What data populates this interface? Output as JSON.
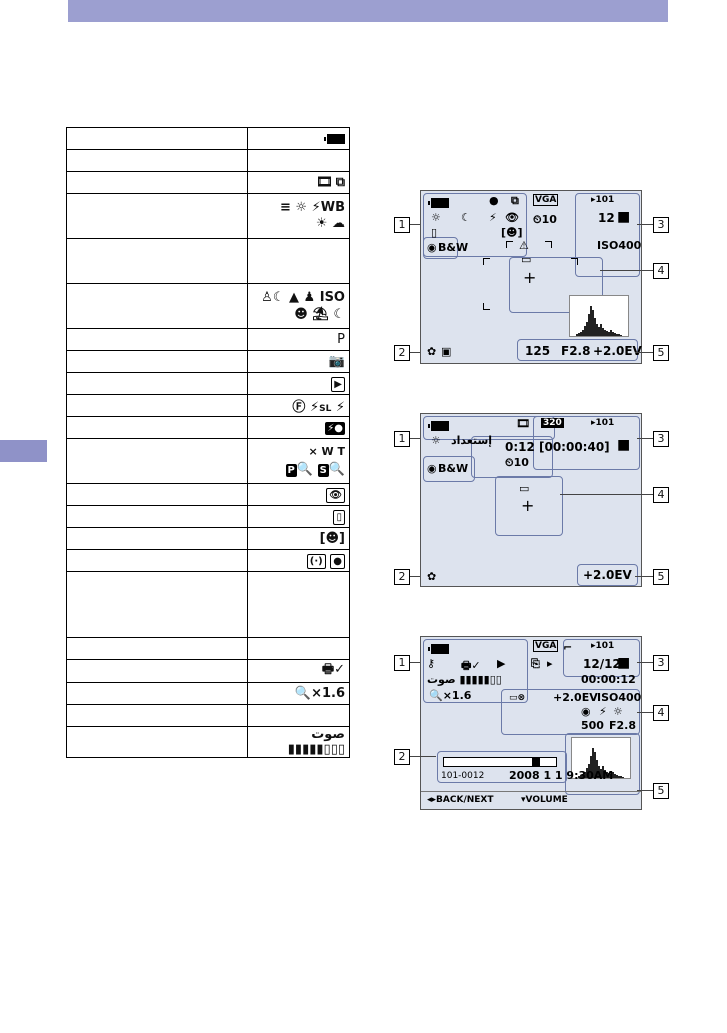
{
  "table": {
    "rows": [
      {
        "icon_name": "battery-icon",
        "text": ""
      },
      {
        "icon_name": "",
        "text": ""
      },
      {
        "icon_name": "movie-burst-icon",
        "text": ""
      },
      {
        "icon_name": "white-balance-icons",
        "text": "WB"
      },
      {
        "icon_name": "",
        "text": ""
      },
      {
        "icon_name": "scene-mode-icons",
        "text": "ISO"
      },
      {
        "icon_name": "",
        "text": "P"
      },
      {
        "icon_name": "camera-icon",
        "text": ""
      },
      {
        "icon_name": "play-icon",
        "text": ""
      },
      {
        "icon_name": "flash-mode-icons",
        "text": "SL"
      },
      {
        "icon_name": "flash-charge-icon",
        "text": ""
      },
      {
        "icon_name": "zoom-scale-icon",
        "text": "×   W  T"
      },
      {
        "icon_name": "red-eye-icon",
        "text": ""
      },
      {
        "icon_name": "af-center-icon",
        "text": ""
      },
      {
        "icon_name": "face-detect-icon",
        "text": ""
      },
      {
        "icon_name": "metering-icons",
        "text": ""
      },
      {
        "icon_name": "",
        "text": ""
      },
      {
        "icon_name": "",
        "text": ""
      },
      {
        "icon_name": "print-icon",
        "text": ""
      },
      {
        "icon_name": "zoom-icon",
        "text": "×1.6"
      },
      {
        "icon_name": "",
        "text": ""
      },
      {
        "icon_name": "volume-icon",
        "text": "صوت"
      }
    ]
  },
  "lcd1": {
    "callouts": [
      "1",
      "2",
      "3",
      "4",
      "5"
    ],
    "count": "12",
    "iso": "ISO400",
    "bw": "B&W",
    "shutter": "125",
    "aperture": "F2.8",
    "ev": "+2.0EV",
    "vga": "VGA",
    "folder": "101"
  },
  "lcd2": {
    "callouts": [
      "1",
      "2",
      "3",
      "4",
      "5"
    ],
    "mode": "إستعداد",
    "size": "320",
    "folder": "101",
    "time": "0:12",
    "remain": "[00:00:40]",
    "bw": "B&W",
    "ev": "+2.0EV"
  },
  "lcd3": {
    "callouts": [
      "1",
      "2",
      "3",
      "4",
      "5"
    ],
    "vga": "VGA",
    "folder": "101",
    "count": "12/12",
    "duration": "00:00:12",
    "volume": "صوت",
    "zoom": "×1.6",
    "ev": "+2.0EV",
    "iso": "ISO400",
    "shutter": "500",
    "aperture": "F2.8",
    "file": "101-0012",
    "date": "2008   1   1   9:30AM",
    "back_next": "BACK/NEXT",
    "volume_label": "VOLUME"
  }
}
